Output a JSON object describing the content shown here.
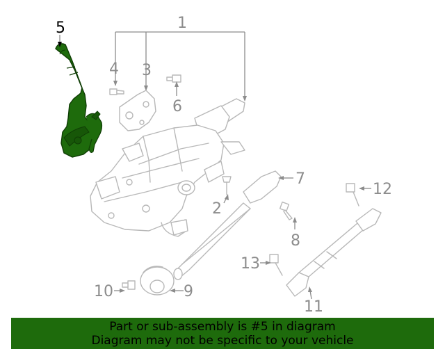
{
  "callouts": {
    "c1": "1",
    "c2": "2",
    "c3": "3",
    "c4": "4",
    "c5": "5",
    "c6": "6",
    "c7": "7",
    "c8": "8",
    "c9": "9",
    "c10": "10",
    "c11": "11",
    "c12": "12",
    "c13": "13"
  },
  "highlighted_part": "5",
  "colors": {
    "highlight": "#1e6b0c",
    "highlight_dark": "#0f3d05",
    "callout": "#8c8c8c",
    "part_outline": "#b8b8b8"
  },
  "banner": {
    "line1": "Part or sub-assembly is #5 in diagram",
    "line2": "Diagram may not be specific to your vehicle"
  }
}
